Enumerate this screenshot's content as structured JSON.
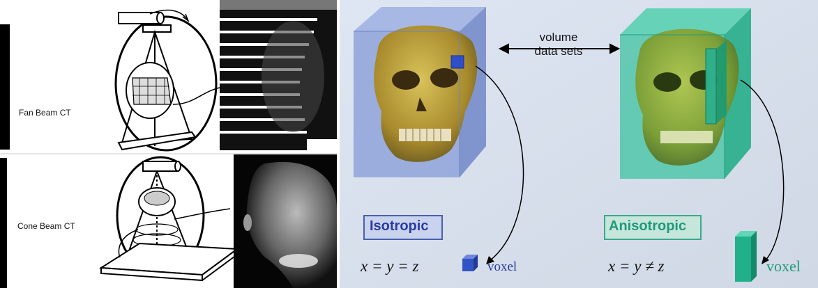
{
  "left_panel": {
    "fan_label": "Fan Beam CT",
    "cone_label": "Cone Beam CT"
  },
  "right_panel": {
    "arrow_label_line1": "volume",
    "arrow_label_line2": "data sets",
    "iso_label": "Isotropic",
    "aniso_label": "Anisotropic",
    "iso_formula": "x = y = z",
    "aniso_formula": "x = y ≠ z",
    "iso_voxel": "voxel",
    "aniso_voxel": "voxel"
  },
  "colors": {
    "iso_box": "#8ea3d8",
    "aniso_box": "#3fc3a1",
    "iso_label_text": "#2b3a9e",
    "aniso_label_text": "#1f9a7a",
    "skull": "#b8a030"
  }
}
